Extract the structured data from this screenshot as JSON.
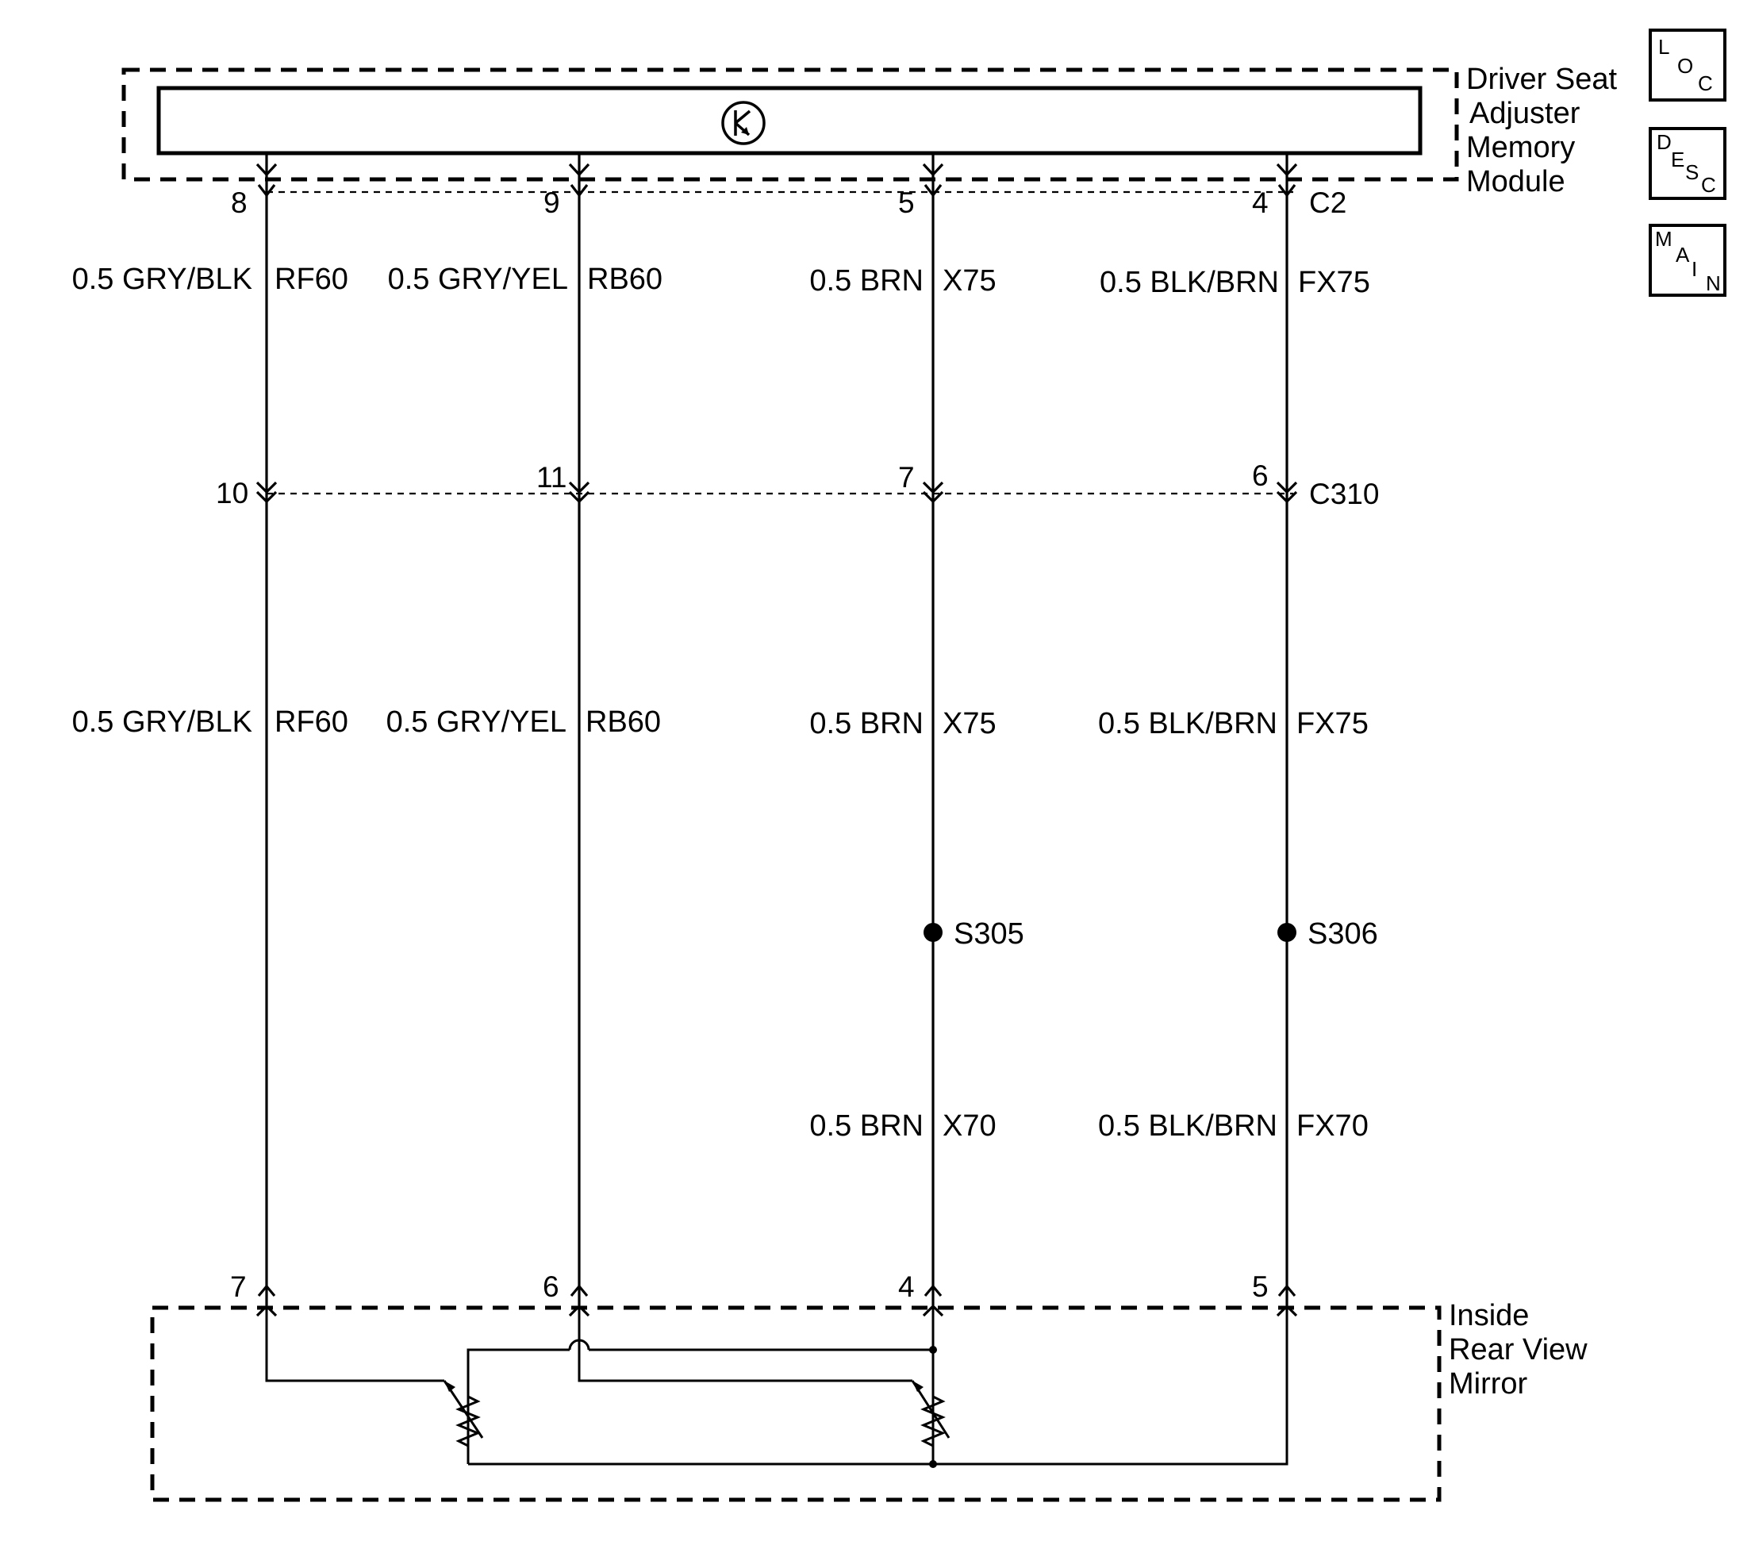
{
  "components": {
    "module": {
      "lines": [
        "Driver Seat",
        "Adjuster",
        "Memory",
        "Module"
      ]
    },
    "mirror": {
      "lines": [
        "Inside",
        "Rear View",
        "Mirror"
      ]
    }
  },
  "connectors": {
    "top": "C2",
    "mid": "C310"
  },
  "nav_buttons": [
    {
      "name": "loc",
      "letters": [
        "L",
        "O",
        "C"
      ]
    },
    {
      "name": "desc",
      "letters": [
        "D",
        "E",
        "S",
        "C"
      ]
    },
    {
      "name": "main",
      "letters": [
        "M",
        "A",
        "I",
        "N"
      ]
    }
  ],
  "circuits": [
    {
      "c2_pin": "8",
      "c310_pin": "10",
      "mirror_pin": "7",
      "upper_wire": "0.5 GRY/BLK",
      "upper_circuit": "RF60",
      "mid_wire": "0.5 GRY/BLK",
      "mid_circuit": "RF60"
    },
    {
      "c2_pin": "9",
      "c310_pin": "11",
      "mirror_pin": "6",
      "upper_wire": "0.5 GRY/YEL",
      "upper_circuit": "RB60",
      "mid_wire": "0.5 GRY/YEL",
      "mid_circuit": "RB60"
    },
    {
      "c2_pin": "5",
      "c310_pin": "7",
      "mirror_pin": "4",
      "upper_wire": "0.5 BRN",
      "upper_circuit": "X75",
      "mid_wire": "0.5 BRN",
      "mid_circuit": "X75",
      "splice": "S305",
      "lower_wire": "0.5 BRN",
      "lower_circuit": "X70"
    },
    {
      "c2_pin": "4",
      "c310_pin": "6",
      "mirror_pin": "5",
      "upper_wire": "0.5 BLK/BRN",
      "upper_circuit": "FX75",
      "mid_wire": "0.5 BLK/BRN",
      "mid_circuit": "FX75",
      "splice": "S306",
      "lower_wire": "0.5 BLK/BRN",
      "lower_circuit": "FX70"
    }
  ]
}
